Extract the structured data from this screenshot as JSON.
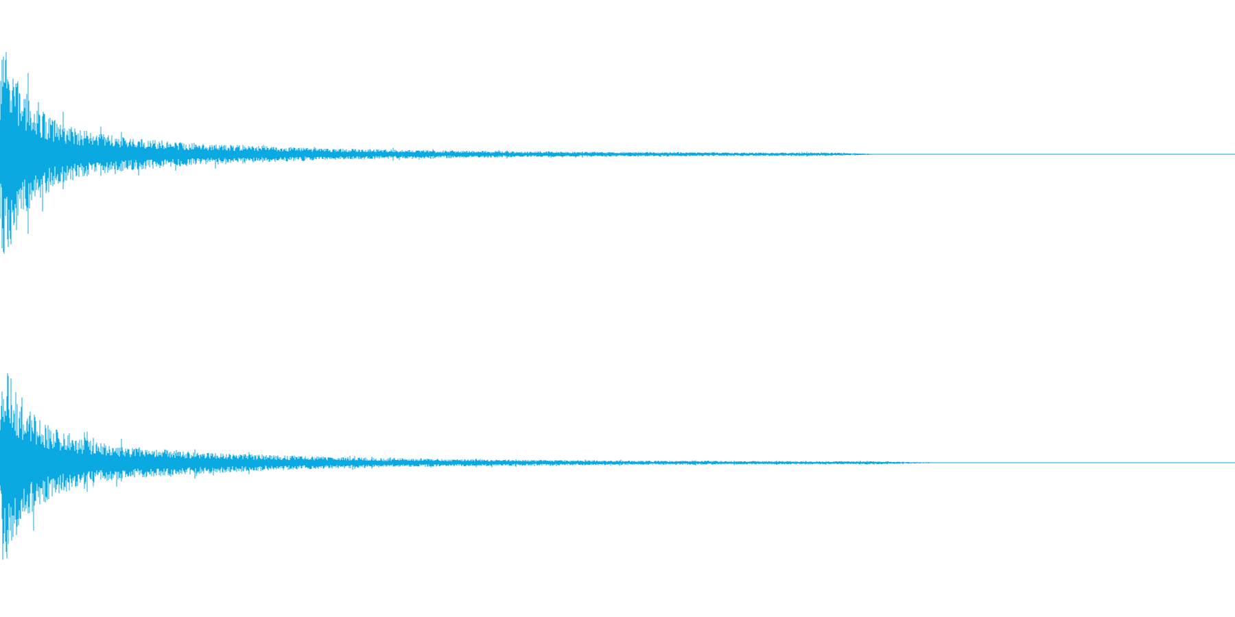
{
  "waveform": {
    "color": "#0aa9e1",
    "background": "#ffffff",
    "channels": [
      {
        "name": "channel-1",
        "peak": 0.9,
        "tail_amplitude": 0.01,
        "silence_after": 0.727,
        "seed": 7
      },
      {
        "name": "channel-2",
        "peak": 0.85,
        "tail_amplitude": 0.01,
        "silence_after": 0.77,
        "seed": 19
      }
    ]
  }
}
